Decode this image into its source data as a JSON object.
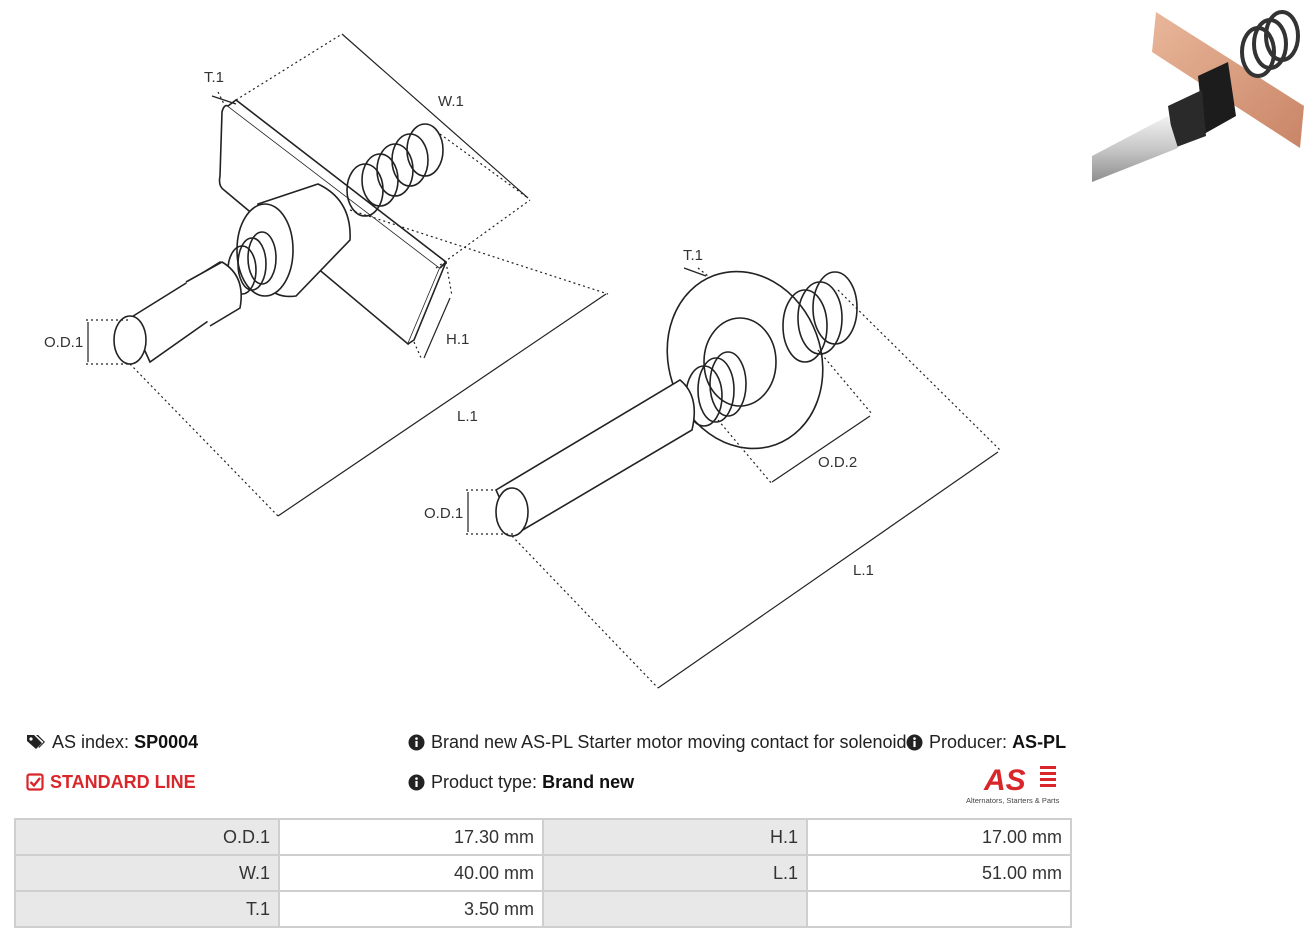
{
  "drawing": {
    "left_part_labels": {
      "t": "T.1",
      "w": "W.1",
      "h": "H.1",
      "od": "O.D.1",
      "l": "L.1"
    },
    "right_part_labels": {
      "t": "T.1",
      "od1": "O.D.1",
      "od2": "O.D.2",
      "l": "L.1"
    }
  },
  "info": {
    "as_index_label": "AS index:",
    "as_index_value": "SP0004",
    "standard_line": "STANDARD LINE",
    "description": "Brand new AS-PL Starter motor moving contact for solenoid",
    "product_type_label": "Product type:",
    "product_type_value": "Brand new",
    "producer_label": "Producer:",
    "producer_value": "AS-PL"
  },
  "logo": {
    "mark": "AS",
    "tagline": "Alternators, Starters & Parts",
    "color": "#d9262b"
  },
  "specs": {
    "rows": [
      {
        "l1": "O.D.1",
        "v1": "17.30 mm",
        "l2": "H.1",
        "v2": "17.00 mm"
      },
      {
        "l1": "W.1",
        "v1": "40.00 mm",
        "l2": "L.1",
        "v2": "51.00 mm"
      },
      {
        "l1": "T.1",
        "v1": "3.50 mm",
        "l2": "",
        "v2": ""
      }
    ]
  },
  "colors": {
    "accent": "#d9262b",
    "table_label_bg": "#e8e8e8",
    "table_border": "#cfcfcf"
  }
}
